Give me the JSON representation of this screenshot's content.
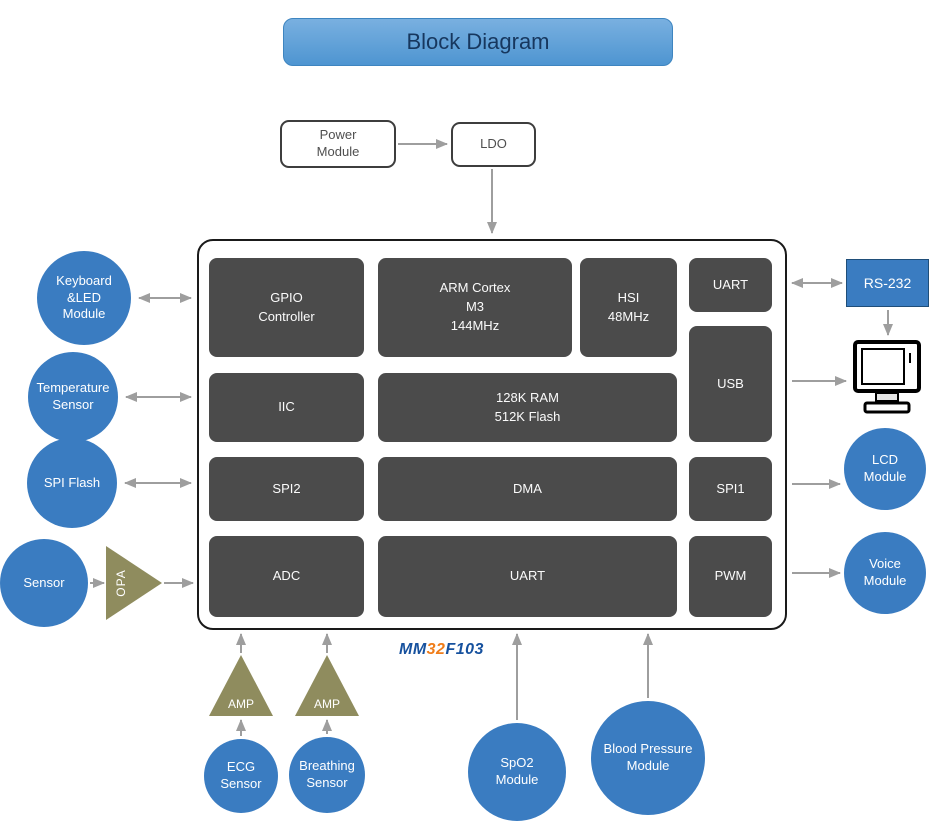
{
  "title": "Block Diagram",
  "power_module": "Power\nModule",
  "ldo": "LDO",
  "chip": {
    "gpio": "GPIO\nController",
    "arm": "ARM Cortex\nM3\n144MHz",
    "hsi": "HSI\n48MHz",
    "uart_top": "UART",
    "usb": "USB",
    "iic": "IIC",
    "ram": "128K RAM\n512K Flash",
    "spi2": "SPI2",
    "dma": "DMA",
    "spi1": "SPI1",
    "adc": "ADC",
    "uart_bottom": "UART",
    "pwm": "PWM",
    "name_mm": "MM",
    "name_32": "32",
    "name_f103": "F103"
  },
  "left_modules": {
    "keyboard": "Keyboard\n&LED\nModule",
    "temperature": "Temperature\nSensor",
    "spi_flash": "SPI Flash",
    "sensor": "Sensor"
  },
  "amplifiers": {
    "opa": "OPA",
    "amp_ecg": "AMP",
    "amp_breathing": "AMP"
  },
  "bottom_modules": {
    "ecg": "ECG\nSensor",
    "breathing": "Breathing\nSensor",
    "spo2": "SpO2\nModule",
    "blood_pressure": "Blood Pressure\nModule"
  },
  "right_modules": {
    "rs232": "RS-232",
    "lcd": "LCD\nModule",
    "voice": "Voice\nModule"
  },
  "colors": {
    "dark_block": "#4b4b4b",
    "module_blue": "#3a7cc1",
    "amplifier_olive": "#8f8c5e",
    "arrow_gray": "#9e9e9e",
    "title_blue": "#4e95d1",
    "chip_name_blue": "#16519e",
    "chip_name_orange": "#f07d1a"
  }
}
